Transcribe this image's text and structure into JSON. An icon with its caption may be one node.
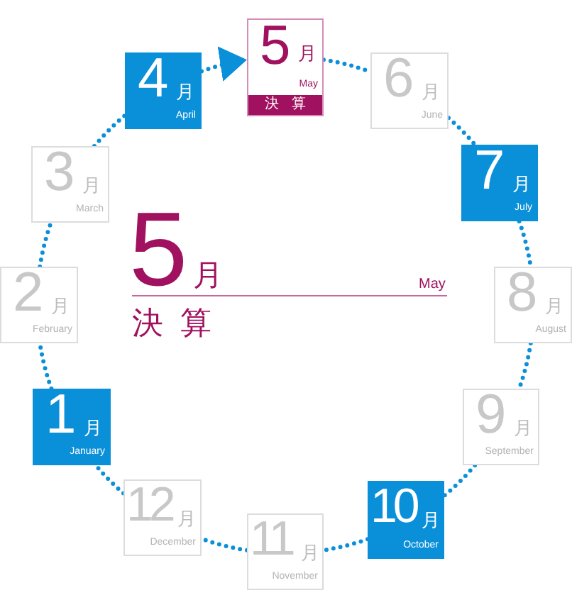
{
  "diagram": {
    "nodes": [
      {
        "text": [
          "4",
          "月",
          "April"
        ]
      },
      {
        "text": [
          "5",
          "月",
          "May"
        ]
      },
      {
        "text": [
          "決算"
        ],
        "in": 1
      },
      {
        "text": [
          "6",
          "月",
          "June"
        ]
      },
      {
        "text": [
          "7",
          "月",
          "July"
        ]
      },
      {
        "text": [
          "8",
          "月",
          "August"
        ]
      },
      {
        "text": [
          "9",
          "月",
          "September"
        ]
      },
      {
        "text": [
          "10",
          "月",
          "October"
        ]
      },
      {
        "text": [
          "11",
          "月",
          "November"
        ]
      },
      {
        "text": [
          "12",
          "月",
          "December"
        ]
      },
      {
        "text": [
          "1",
          "月",
          "January"
        ]
      },
      {
        "text": [
          "2",
          "月",
          "February"
        ]
      },
      {
        "text": [
          "3",
          "月",
          "March"
        ]
      }
    ],
    "edges": [
      {
        "from": 0,
        "to": 1,
        "arrow": "to"
      },
      {
        "from": 1,
        "to": 3,
        "arrow": "none"
      },
      {
        "from": 3,
        "to": 4,
        "arrow": "none"
      },
      {
        "from": 4,
        "to": 5,
        "arrow": "none"
      },
      {
        "from": 5,
        "to": 6,
        "arrow": "none"
      },
      {
        "from": 6,
        "to": 7,
        "arrow": "none"
      },
      {
        "from": 7,
        "to": 8,
        "arrow": "none"
      },
      {
        "from": 8,
        "to": 9,
        "arrow": "none"
      },
      {
        "from": 9,
        "to": 10,
        "arrow": "none"
      },
      {
        "from": 10,
        "to": 11,
        "arrow": "none"
      },
      {
        "from": 11,
        "to": 12,
        "arrow": "none"
      },
      {
        "from": 12,
        "to": 0,
        "arrow": "none"
      }
    ],
    "labels": [
      "5",
      "月",
      "May",
      "決算"
    ]
  }
}
